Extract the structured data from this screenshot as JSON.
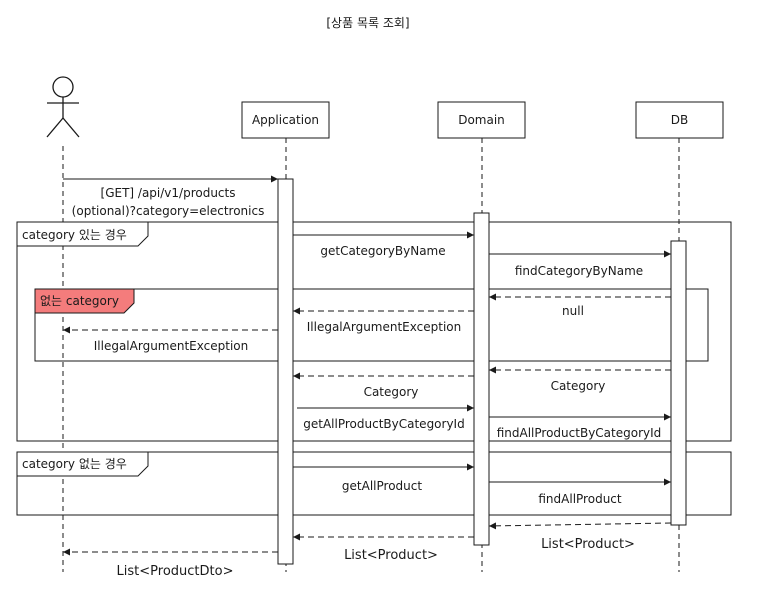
{
  "title": "[상품 목록 조회]",
  "participants": {
    "actor": "",
    "application": "Application",
    "domain": "Domain",
    "db": "DB"
  },
  "fragments": {
    "outer_with_category": "category 있는 경우",
    "inner_no_category": "없는 category",
    "outer_no_category": "category 없는 경우"
  },
  "messages": {
    "request_line1": "[GET] /api/v1/products",
    "request_line2": "(optional)?category=electronics",
    "get_category_by_name": "getCategoryByName",
    "find_category_by_name": "findCategoryByName",
    "null_return": "null",
    "illegal_arg_domain": "IllegalArgumentException",
    "illegal_arg_app": "IllegalArgumentException",
    "category_return_domain": "Category",
    "category_return_db": "Category",
    "get_all_product_by_category_id": "getAllProductByCategoryId",
    "find_all_product_by_category_id": "findAllProductByCategoryId",
    "get_all_product": "getAllProduct",
    "find_all_product": "findAllProduct",
    "list_product_db": "List<Product>",
    "list_product_domain": "List<Product>",
    "list_product_dto": "List<ProductDto>"
  },
  "colors": {
    "line": "#1a1a1a",
    "alt_tag_fill": "#f47c7c"
  }
}
